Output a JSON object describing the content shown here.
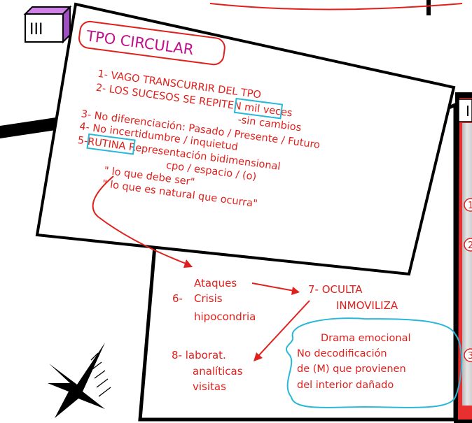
{
  "section_numeral": "III",
  "right_tab_letter": "I",
  "title": "TPO CIRCULAR",
  "list": {
    "item1": "1- VAGO TRANSCURRIR DEL TPO",
    "item2_pre": "2- LOS SUCESOS SE ",
    "item2_box": "REPITEN",
    "item2_post": " mil veces",
    "item2_sub": "-sin cambios",
    "item3": "3- No diferenciación: Pasado / Presente / Futuro",
    "item4": "4- No incertidumbre / inquietud",
    "item5_pre": "5-",
    "item5_box": "RUTINA",
    "item5_post": "  Representación bidimensional",
    "item5_sub": "cpo / espacio / (o)",
    "quote1": "\" lo que debe ser\"",
    "quote2": "\" lo que es natural que ocurra\""
  },
  "lower": {
    "ataques": "Ataques",
    "six_num": "6-",
    "crisis": "Crisis",
    "hipocondria": "hipocondria",
    "seven_a": "7- OCULTA",
    "seven_b": "INMOVILIZA",
    "eight_a": "8- laborat.",
    "eight_b": "analíticas",
    "eight_c": "visitas",
    "drama1": "Drama emocional",
    "drama2": "No decodificación",
    "drama3": "de (M) que provienen",
    "drama4": "del interior dañado"
  },
  "right_markers": [
    "1",
    "2",
    "3"
  ],
  "colors": {
    "accent": "#e0201c",
    "highlight": "#2ab8d8",
    "tab": "#d080e8"
  }
}
